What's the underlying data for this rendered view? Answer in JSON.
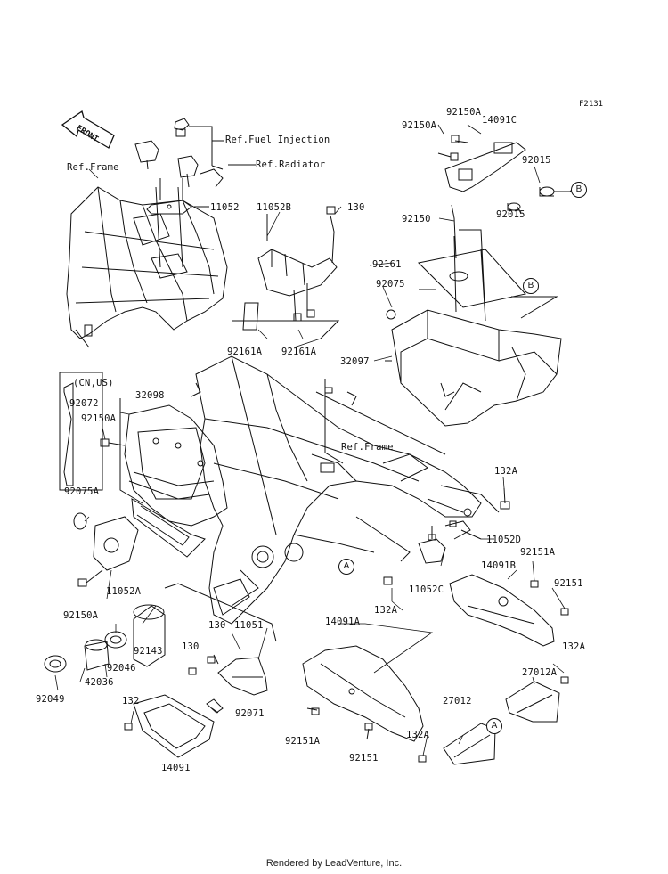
{
  "diagram_code": "F2131",
  "footer": "Rendered by LeadVenture, Inc.",
  "front_label": "FRONT",
  "callouts": [
    "A",
    "B"
  ],
  "parts": {
    "p11052": "11052",
    "p11052A": "11052A",
    "p11052B": "11052B",
    "p11052C": "11052C",
    "p11052D": "11052D",
    "p11051": "11051",
    "p130a": "130",
    "p130b": "130",
    "p130c": "130",
    "p132": "132",
    "p132A_a": "132A",
    "p132A_b": "132A",
    "p132A_c": "132A",
    "p132A_d": "132A",
    "p14091": "14091",
    "p14091A": "14091A",
    "p14091B": "14091B",
    "p14091C": "14091C",
    "p27012": "27012",
    "p27012A": "27012A",
    "p32097": "32097",
    "p32098": "32098",
    "p42036": "42036",
    "p92015a": "92015",
    "p92015b": "92015",
    "p92046": "92046",
    "p92049": "92049",
    "p92071": "92071",
    "p92072": "92072",
    "p92075": "92075",
    "p92075A": "92075A",
    "p92143": "92143",
    "p92150": "92150",
    "p92150A_a": "92150A",
    "p92150A_b": "92150A",
    "p92150A_c": "92150A",
    "p92150A_d": "92150A",
    "p92151": "92151",
    "p92151a": "92151",
    "p92151A_a": "92151A",
    "p92151A_b": "92151A",
    "p92161": "92161",
    "p92161A_a": "92161A",
    "p92161A_b": "92161A",
    "cn_us": "(CN,US)"
  },
  "references": {
    "frame_a": "Ref.Frame",
    "frame_b": "Ref.Frame",
    "fuel_injection": "Ref.Fuel Injection",
    "radiator": "Ref.Radiator"
  }
}
